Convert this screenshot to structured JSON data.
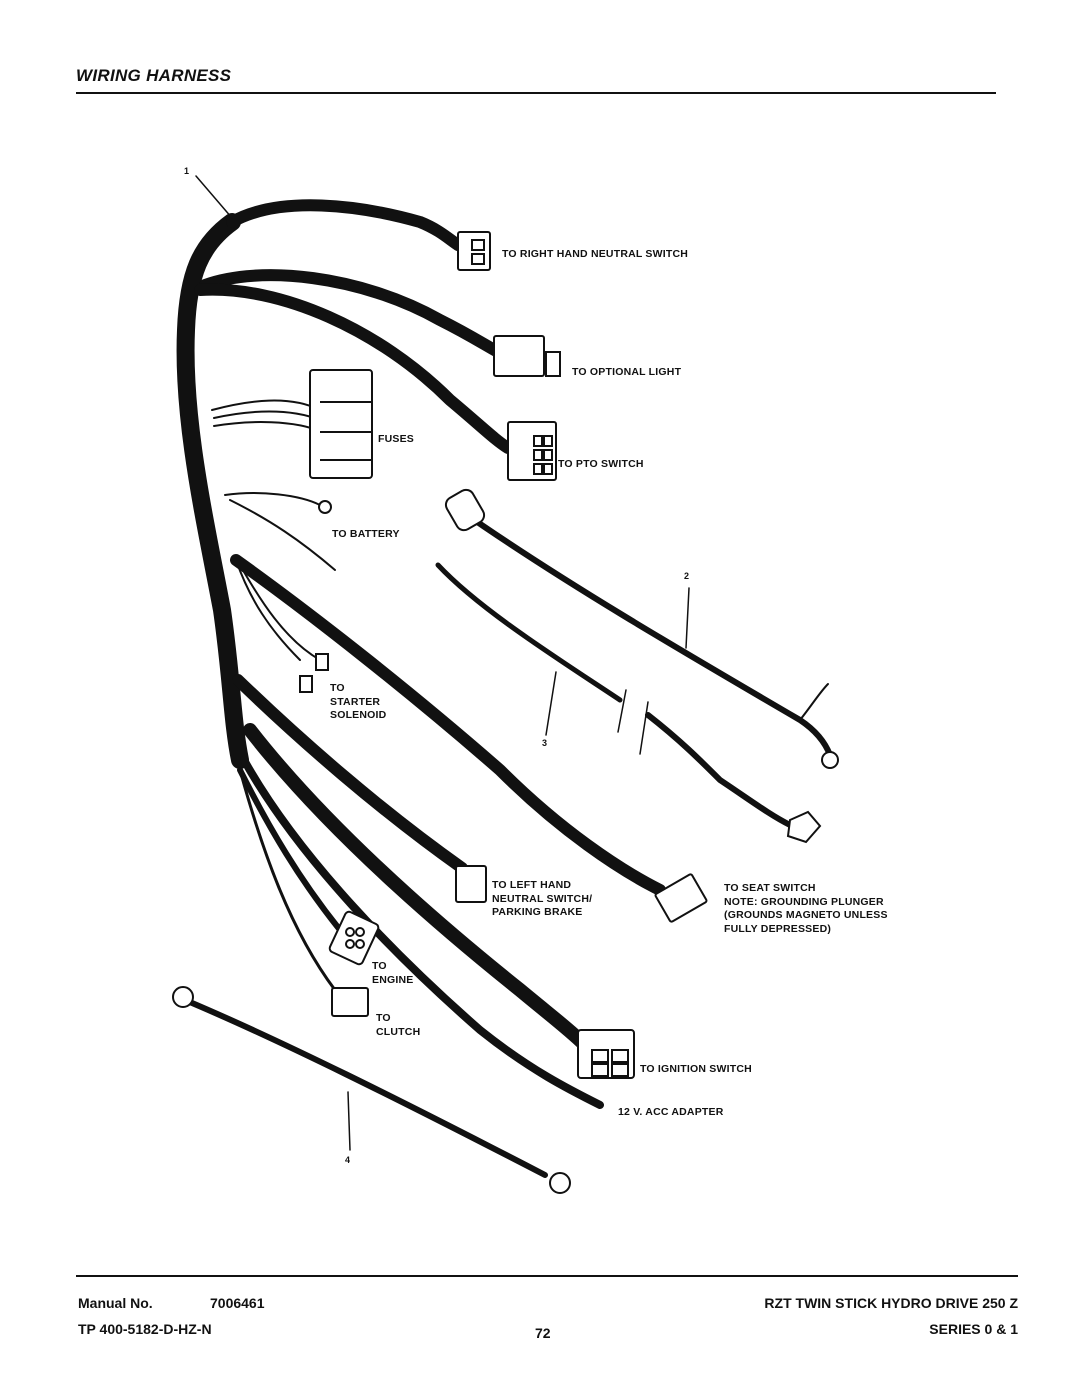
{
  "header": {
    "title": "WIRING HARNESS"
  },
  "callouts": [
    "1",
    "2",
    "3",
    "4"
  ],
  "labels": {
    "right_neutral": "TO RIGHT HAND NEUTRAL SWITCH",
    "optional_light": "TO OPTIONAL LIGHT",
    "fuses": "FUSES",
    "pto": "TO PTO SWITCH",
    "battery": "TO BATTERY",
    "starter": "TO\nSTARTER\nSOLENOID",
    "left_neutral": "TO LEFT HAND\nNEUTRAL SWITCH/\nPARKING BRAKE",
    "seat_switch": "TO SEAT SWITCH\nNOTE: GROUNDING PLUNGER\n(GROUNDS MAGNETO UNLESS\nFULLY DEPRESSED)",
    "engine": "TO\nENGINE",
    "clutch": "TO\nCLUTCH",
    "ignition": "TO IGNITION SWITCH",
    "acc_adapter": "12 V. ACC ADAPTER"
  },
  "footer": {
    "manual_label": "Manual No.",
    "manual_number": "7006461",
    "tp_code": "TP 400-5182-D-HZ-N",
    "page_number": "72",
    "product": "RZT TWIN STICK HYDRO DRIVE 250 Z",
    "series": "SERIES 0 & 1"
  }
}
